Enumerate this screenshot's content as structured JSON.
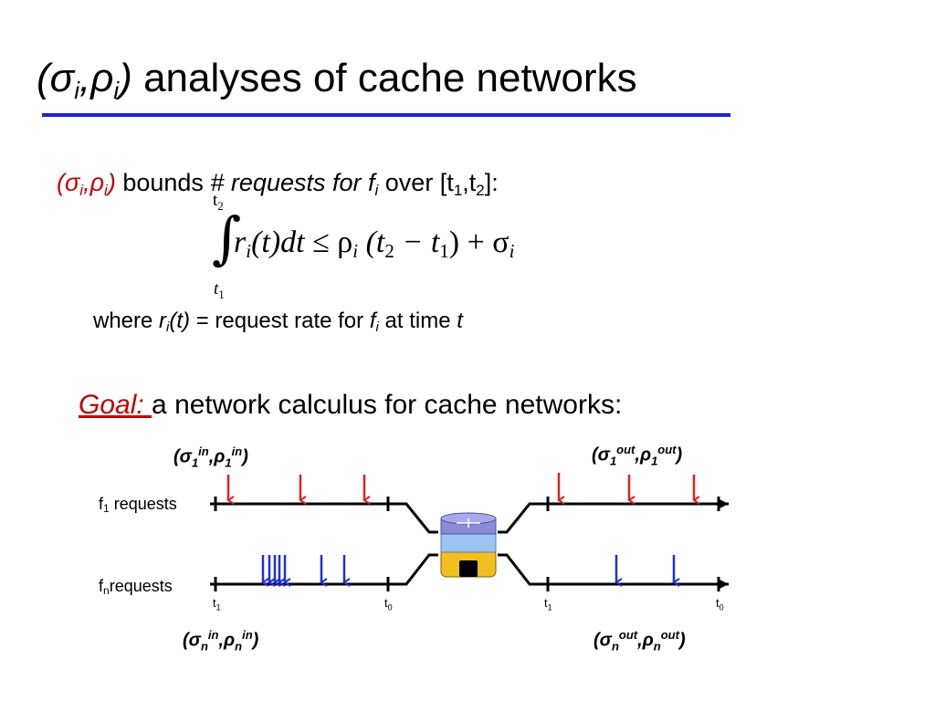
{
  "slide": {
    "title": {
      "sigma": "(σ",
      "i1": "i",
      "comma": ",ρ",
      "i2": "i",
      "close": ")",
      "rest": " analyses of cache networks"
    },
    "bullet1": {
      "pair_open": "(σ",
      "pair_i1": "i",
      "pair_mid": ",ρ",
      "pair_i2": "i",
      "pair_close": ")",
      "bounds": " bounds ",
      "requests_for": "# requests for f",
      "f_sub": "i",
      "over": " over [t",
      "t1_sub": "1",
      "comma": ",t",
      "t2_sub": "2",
      "end": "]:"
    },
    "formula": {
      "upper": "t",
      "upper_sub": "2",
      "lower": "t",
      "lower_sub": "1",
      "r": "r",
      "r_sub": "i",
      "dt": "(t)dt",
      "leq": "  ≤  ρ",
      "rho_sub": "i",
      "paren": " (t",
      "t2_sub": "2",
      "minus": " − t",
      "t1_sub": "1",
      "plus": ") + σ",
      "sigma_sub": "i"
    },
    "where": {
      "prefix": "where ",
      "r": "r",
      "r_sub": "i",
      "rt": "(t)",
      "mid": " = request rate for ",
      "f": "f",
      "f_sub": "i",
      "at": " at time ",
      "t": "t"
    },
    "goal": {
      "label": "Goal: ",
      "text": "a network calculus for cache networks:"
    }
  },
  "diagram": {
    "in_top": {
      "open": "(σ",
      "s1": "1",
      "sup1": "in",
      "mid": ",ρ",
      "s2": "1",
      "sup2": "in",
      "close": ")"
    },
    "out_top": {
      "open": "(σ",
      "s1": "1",
      "sup1": "out",
      "mid": ",ρ",
      "s2": "1",
      "sup2": "out",
      "close": ")"
    },
    "in_bottom": {
      "open": "(σ",
      "s1": "n",
      "sup1": "in",
      "mid": ",ρ",
      "s2": "n",
      "sup2": "in",
      "close": ")"
    },
    "out_bottom": {
      "open": "(σ",
      "s1": "n",
      "sup1": "out",
      "mid": ",ρ",
      "s2": "n",
      "sup2": "out",
      "close": ")"
    },
    "row1_label": {
      "f": "f",
      "sub": "1",
      "text": " requests"
    },
    "rown_label": {
      "f": "f",
      "sub": "n",
      "text": "requests"
    },
    "ticks": [
      {
        "t": "t",
        "sub": "1"
      },
      {
        "t": "t",
        "sub": "0"
      },
      {
        "t": "t",
        "sub": "1"
      },
      {
        "t": "t",
        "sub": "0"
      }
    ],
    "colors": {
      "request_top": "#e02020",
      "request_bottom": "#1f2fd6",
      "cache_top": "#8b8bd8",
      "cache_mid": "#9cc4f0",
      "cache_bottom": "#f2c01e"
    }
  }
}
